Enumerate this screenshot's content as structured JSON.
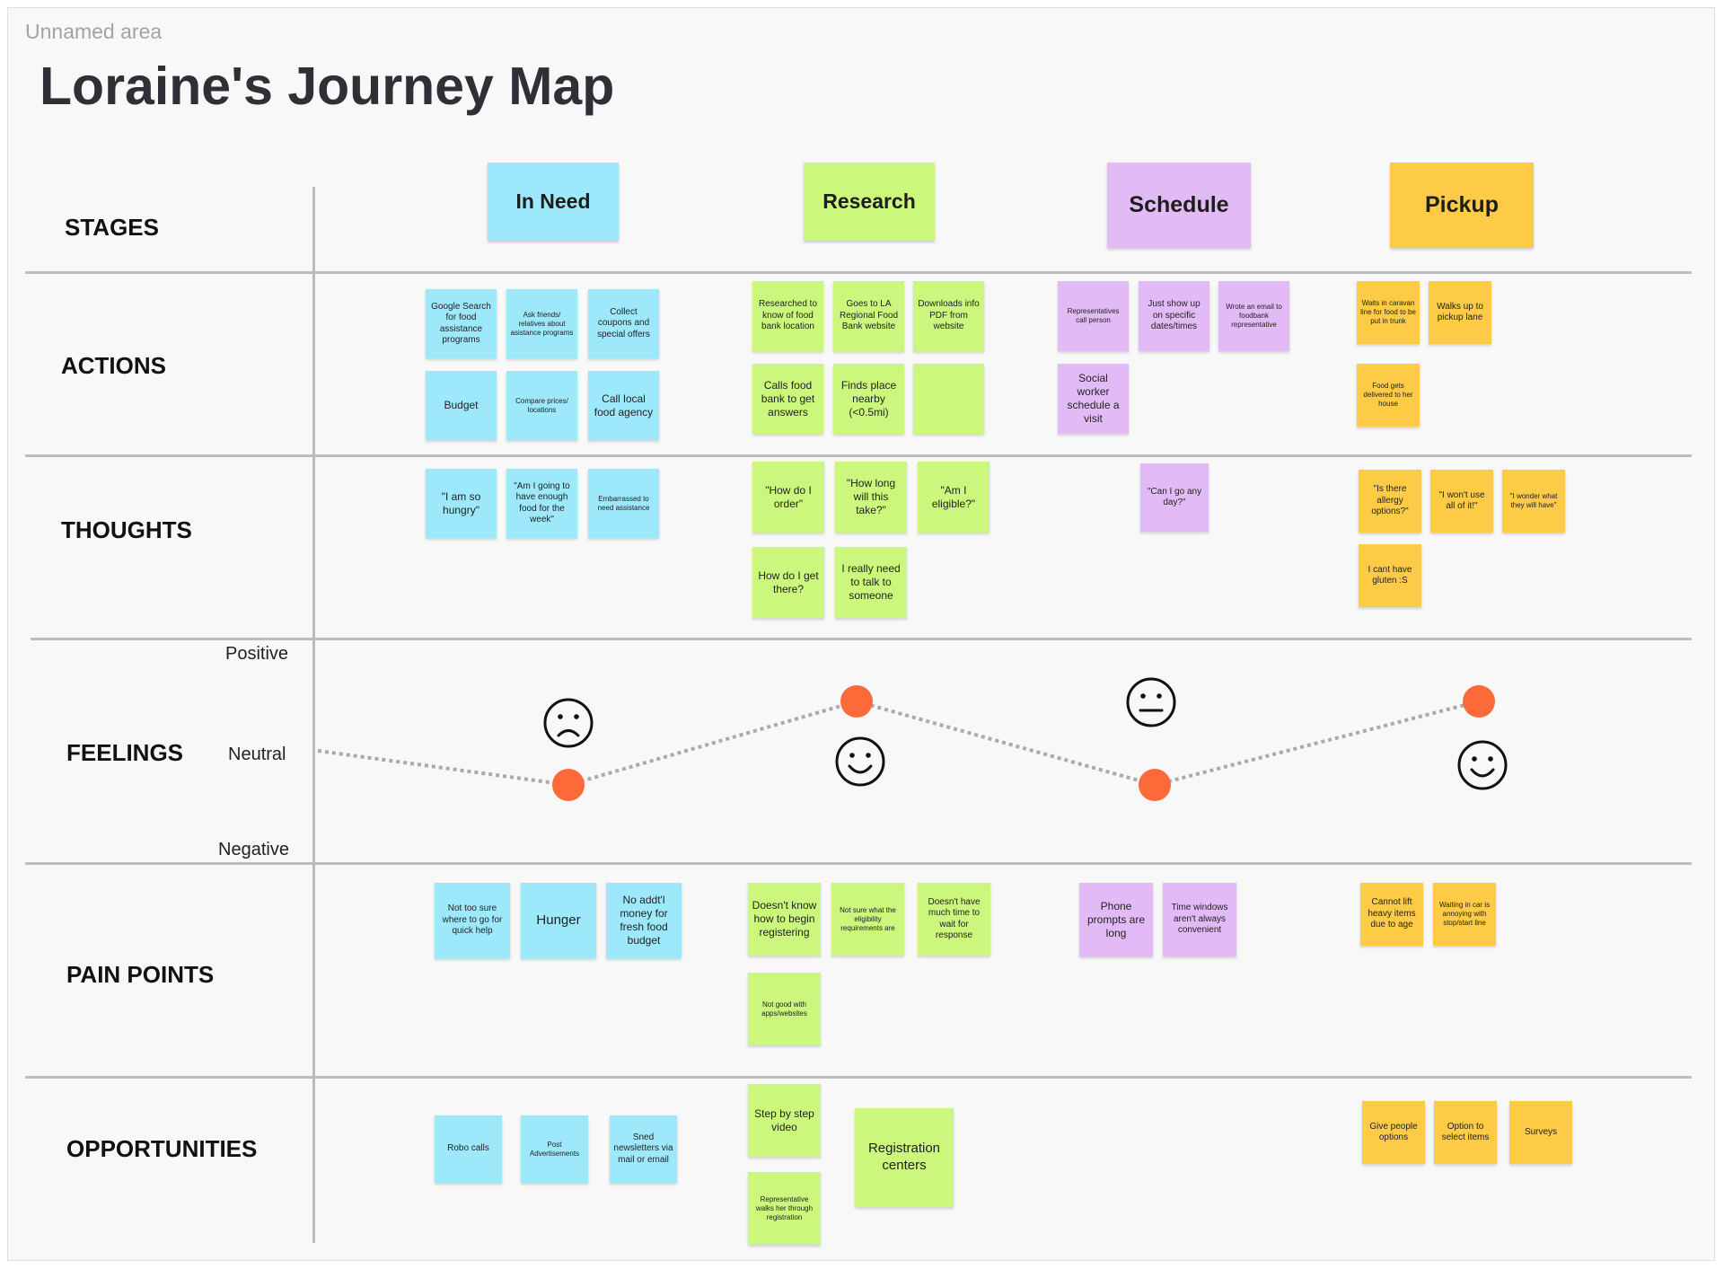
{
  "board": {
    "area_label": "Unnamed area",
    "title": "Loraine's Journey Map"
  },
  "colors": {
    "blue": "#9de9fb",
    "green": "#cbf77c",
    "purple": "#e2bbf6",
    "orange": "#fecb47",
    "dot": "#fd6a3a",
    "line": "#aaaaaa"
  },
  "rows": {
    "stages": "STAGES",
    "actions": "ACTIONS",
    "thoughts": "THOUGHTS",
    "feelings": "FEELINGS",
    "pain_points": "PAIN POINTS",
    "opportunities": "OPPORTUNITIES"
  },
  "feelings_scale": {
    "positive": "Positive",
    "neutral": "Neutral",
    "negative": "Negative"
  },
  "stages": [
    "In Need",
    "Research",
    "Schedule",
    "Pickup"
  ],
  "feelings": [
    {
      "stage": "In Need",
      "level": "negative",
      "face": "sad-face-icon"
    },
    {
      "stage": "Research",
      "level": "positive",
      "face": "happy-face-icon"
    },
    {
      "stage": "Schedule",
      "level": "negative",
      "face": "neutral-face-icon"
    },
    {
      "stage": "Pickup",
      "level": "positive",
      "face": "happy-face-icon"
    }
  ],
  "notes": {
    "actions": {
      "in_need": [
        "Google Search for food assistance programs",
        "Ask friends/ relatives about asistance programs",
        "Collect coupons and special offers",
        "Budget",
        "Compare prices/ locations",
        "Call local food agency"
      ],
      "research": [
        "Researched to know of food bank location",
        "Goes to LA Regional Food Bank website",
        "Downloads info PDF from website",
        "Calls food bank to get answers",
        "Finds place nearby (<0.5mi)",
        ""
      ],
      "schedule": [
        "Representatives call person",
        "Just show up on specific dates/times",
        "Wrote an email to foodbank representative",
        "Social worker schedule a visit"
      ],
      "pickup": [
        "Waits in caravan line for food to be put in trunk",
        "Walks up to pickup lane",
        "Food gets delivered to her house"
      ]
    },
    "thoughts": {
      "in_need": [
        "\"I am so hungry\"",
        "\"Am I going to have enough food for the week\"",
        "Embarrassed to need assistance"
      ],
      "research": [
        "\"How do I order\"",
        "\"How long will this take?\"",
        "\"Am I eligible?\"",
        "How do I get there?",
        "I really need to talk to someone"
      ],
      "schedule": [
        "\"Can I go any day?\""
      ],
      "pickup": [
        "\"Is there allergy options?\"",
        "\"I won't use all of it!\"",
        "\"I wonder what they will have\"",
        "I cant have gluten :S"
      ]
    },
    "pain_points": {
      "in_need": [
        "Not too sure where to go for quick help",
        "Hunger",
        "No addt'l money for fresh food budget"
      ],
      "research": [
        "Doesn't know how to begin registering",
        "Not sure what the eligibility requirements are",
        "Doesn't have much time to wait for response",
        "Not good with apps/websites"
      ],
      "schedule": [
        "Phone prompts are long",
        "Time windows aren't always convenient"
      ],
      "pickup": [
        "Cannot lift heavy items due to age",
        "Waiting in car is annoying with stop/start line"
      ]
    },
    "opportunities": {
      "in_need": [
        "Robo calls",
        "Post Advertisements",
        "Sned newsletters via mail or email"
      ],
      "research": [
        "Step by step video",
        "Representative walks her through registration",
        "Registration centers"
      ],
      "pickup": [
        "Give people options",
        "Option to select items",
        "Surveys"
      ]
    }
  }
}
